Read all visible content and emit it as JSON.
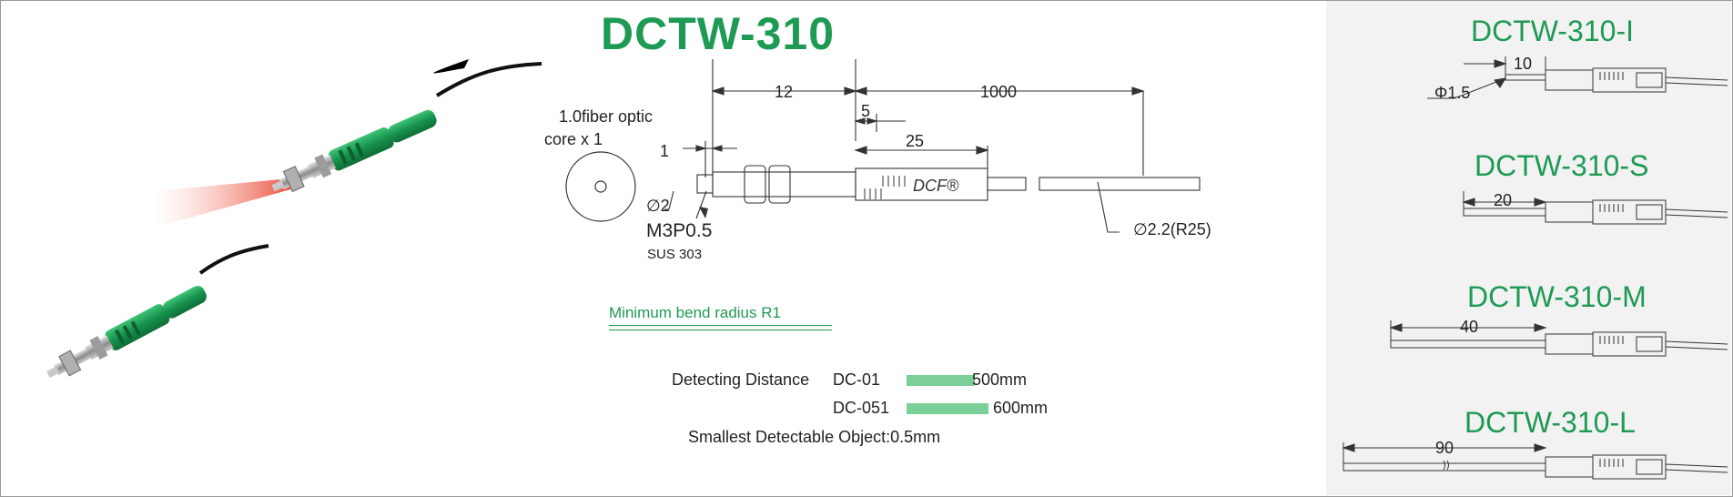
{
  "title": "DCTW-310",
  "fiber_label_line1": "1.0fiber optic",
  "fiber_label_line2": "core x 1",
  "dimensions": {
    "d12": "12",
    "d1000": "1000",
    "d5": "5",
    "d25": "25",
    "d1": "1",
    "phi2": "∅2",
    "thread": "M3P0.5",
    "material": "SUS  303",
    "cable": "∅2.2(R25)",
    "logo": "DCF®"
  },
  "bend_note": "Minimum bend radius R1",
  "detection": {
    "label": "Detecting  Distance",
    "rows": [
      {
        "model": "DC-01",
        "value": "500mm",
        "ratio": 0.8333
      },
      {
        "model": "DC-051",
        "value": "600mm",
        "ratio": 1.0
      }
    ],
    "smallest": "Smallest Detectable Object:0.5mm"
  },
  "variants": [
    {
      "name": "DCTW-310-I",
      "dim": "10",
      "extra": "Φ1.5"
    },
    {
      "name": "DCTW-310-S",
      "dim": "20"
    },
    {
      "name": "DCTW-310-M",
      "dim": "40"
    },
    {
      "name": "DCTW-310-L",
      "dim": "90"
    }
  ],
  "colors": {
    "accent": "#1e9a55",
    "bar": "#7ccf98",
    "sensor_green": "#1fa35a"
  }
}
